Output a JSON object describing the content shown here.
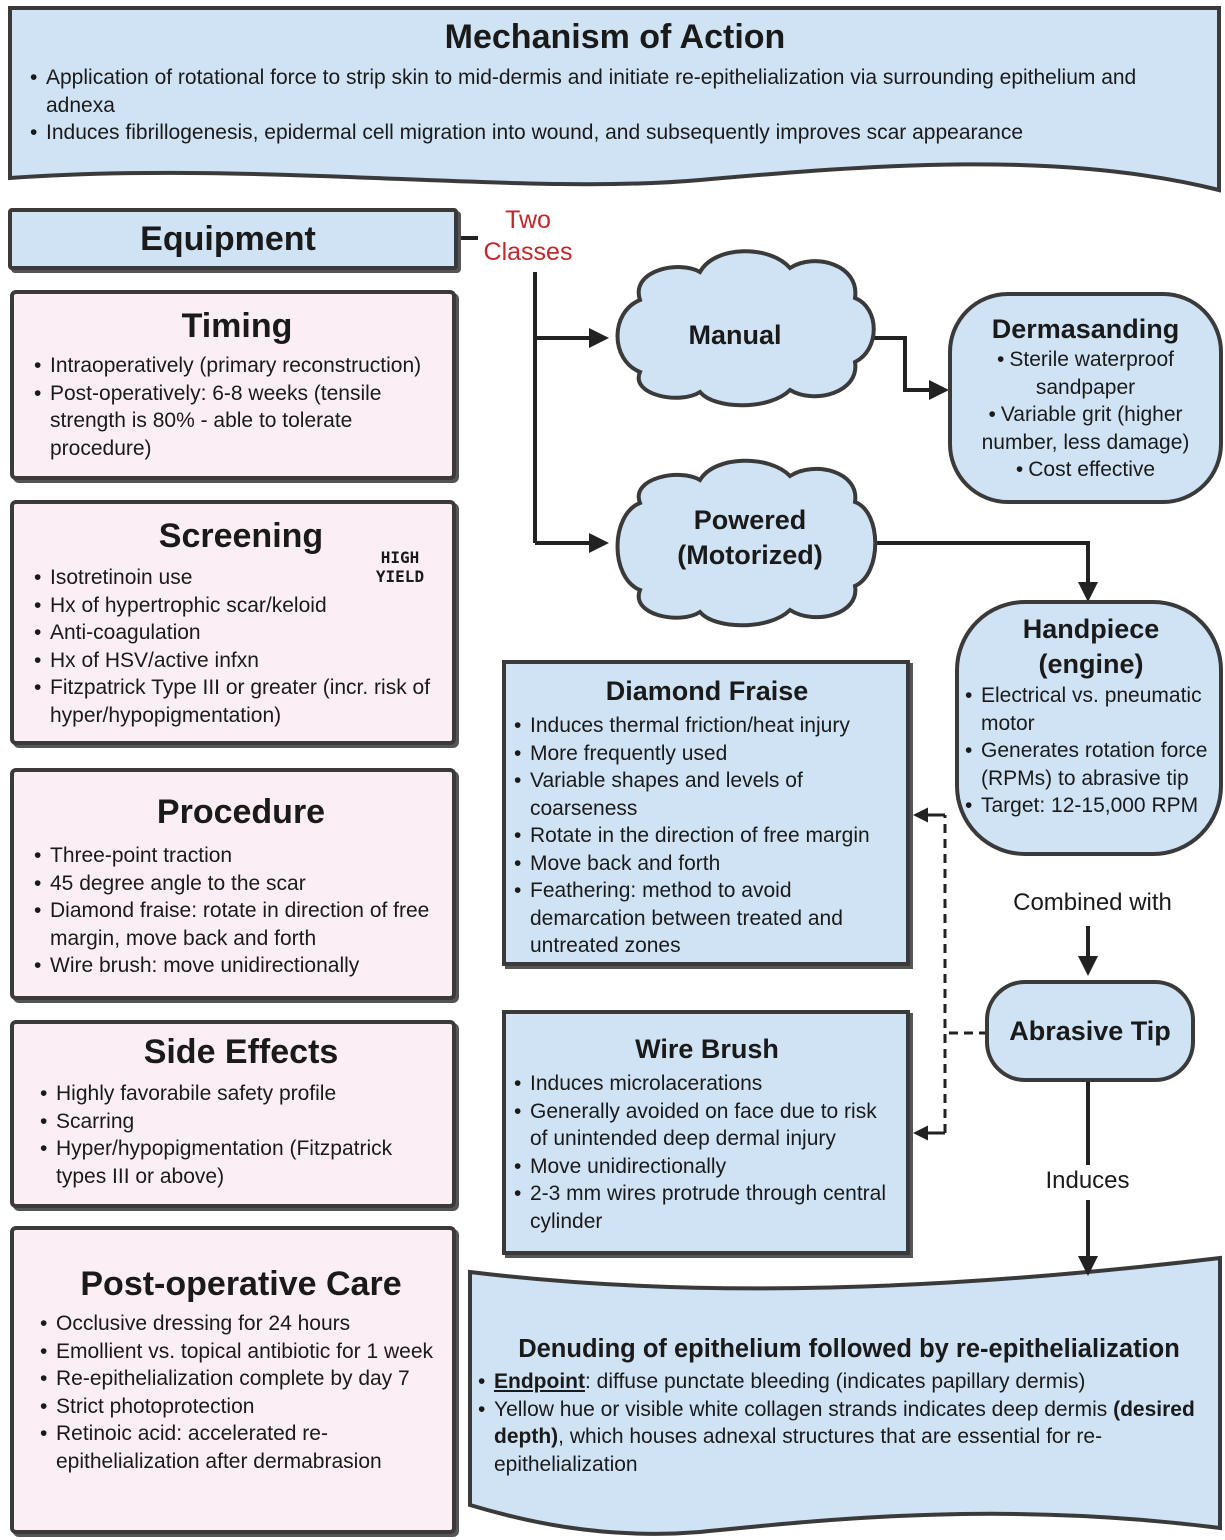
{
  "mechanism": {
    "title": "Mechanism of Action",
    "bullets": [
      "Application of rotational force to strip skin to mid-dermis and initiate re-epithelialization via surrounding epithelium and adnexa",
      "Induces fibrillogenesis, epidermal cell migration into wound, and subsequently improves scar appearance"
    ]
  },
  "equipment": {
    "title": "Equipment",
    "classes_label_line1": "Two",
    "classes_label_line2": "Classes"
  },
  "timing": {
    "title": "Timing",
    "bullets": [
      "Intraoperatively (primary reconstruction)",
      "Post-operatively: 6-8 weeks (tensile strength is 80% - able to tolerate procedure)"
    ]
  },
  "screening": {
    "title": "Screening",
    "bullets": [
      "Isotretinoin use",
      "Hx of hypertrophic scar/keloid",
      "Anti-coagulation",
      "Hx of HSV/active infxn",
      "Fitzpatrick Type III or greater (incr. risk of hyper/hypopigmentation)"
    ],
    "badge_line1": "HIGH",
    "badge_line2": "YIELD"
  },
  "procedure": {
    "title": "Procedure",
    "bullets": [
      "Three-point traction",
      "45 degree angle to the scar",
      "Diamond fraise: rotate in direction of free margin, move back and forth",
      "Wire brush: move unidirectionally"
    ]
  },
  "side_effects": {
    "title": "Side Effects",
    "bullets": [
      "Highly favorabile safety profile",
      "Scarring",
      "Hyper/hypopigmentation (Fitzpatrick types III or above)"
    ]
  },
  "postop": {
    "title": "Post-operative Care",
    "bullets": [
      "Occlusive dressing for 24 hours",
      "Emollient vs. topical antibiotic for 1 week",
      "Re-epithelialization complete by day 7",
      "Strict photoprotection",
      "Retinoic acid: accelerated re-epithelialization after dermabrasion"
    ]
  },
  "manual": {
    "label": "Manual"
  },
  "powered": {
    "label_line1": "Powered",
    "label_line2": "(Motorized)"
  },
  "dermasanding": {
    "title": "Dermasanding",
    "bullets": [
      "Sterile waterproof sandpaper",
      "Variable grit (higher number, less damage)",
      "Cost effective"
    ]
  },
  "handpiece": {
    "title_line1": "Handpiece",
    "title_line2": "(engine)",
    "bullets": [
      "Electrical vs. pneumatic motor",
      "Generates rotation force (RPMs) to abrasive tip",
      "Target: 12-15,000 RPM"
    ]
  },
  "diamond_fraise": {
    "title": "Diamond Fraise",
    "bullets": [
      "Induces thermal friction/heat injury",
      "More frequently used",
      "Variable shapes and levels of coarseness",
      "Rotate in the direction of free margin",
      "Move back and forth",
      "Feathering: method to avoid demarcation between treated and untreated zones"
    ]
  },
  "wire_brush": {
    "title": "Wire Brush",
    "bullets": [
      "Induces microlacerations",
      "Generally avoided on face due to risk of unintended deep dermal injury",
      "Move unidirectionally",
      "2-3 mm wires protrude through central cylinder"
    ]
  },
  "combined_with": "Combined with",
  "abrasive_tip": {
    "label": "Abrasive Tip"
  },
  "induces": "Induces",
  "denuding": {
    "title": "Denuding of epithelium followed by re-epithelialization",
    "endpoint_label": "Endpoint",
    "endpoint_text": ": diffuse punctate bleeding (indicates papillary dermis)",
    "depth_pre": "Yellow hue or visible white collagen strands indicates deep dermis ",
    "depth_bold": "(desired depth)",
    "depth_post": ", which houses adnexal structures that are essential for re-epithelialization"
  },
  "colors": {
    "blue_fill": "#cfe3f5",
    "pink_fill": "#fbeef4",
    "badge_fill": "#f8ee9a",
    "accent_red": "#c0282d",
    "outline": "#3a3a3a"
  }
}
